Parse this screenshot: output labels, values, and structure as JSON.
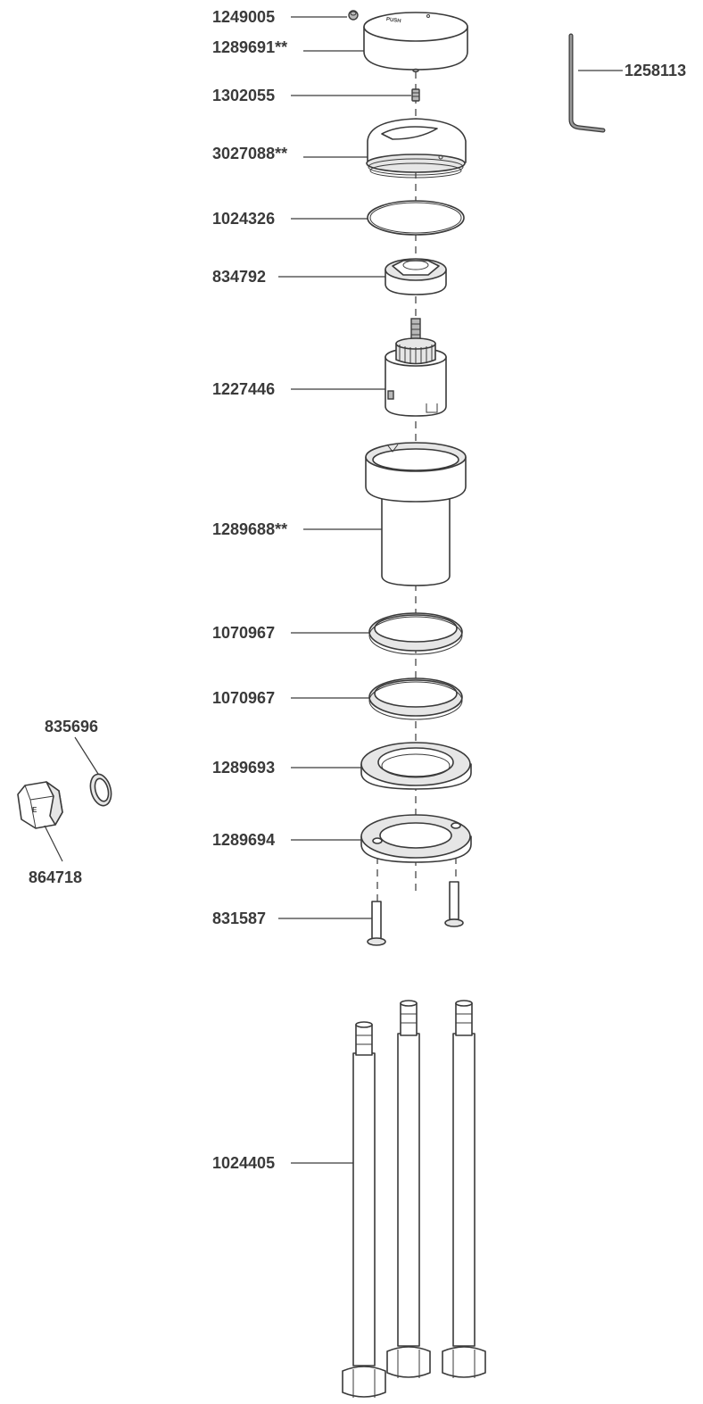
{
  "parts": [
    {
      "id": "cap-screw",
      "label": "1249005"
    },
    {
      "id": "cap",
      "label": "1289691**"
    },
    {
      "id": "set-screw",
      "label": "1302055"
    },
    {
      "id": "dome",
      "label": "3027088**"
    },
    {
      "id": "o-ring",
      "label": "1024326"
    },
    {
      "id": "bonnet-nut",
      "label": "834792"
    },
    {
      "id": "cartridge",
      "label": "1227446"
    },
    {
      "id": "body-sleeve",
      "label": "1289688**"
    },
    {
      "id": "washer-1",
      "label": "1070967"
    },
    {
      "id": "washer-2",
      "label": "1070967"
    },
    {
      "id": "base-ring",
      "label": "1289693"
    },
    {
      "id": "mount-plate",
      "label": "1289694"
    },
    {
      "id": "screws",
      "label": "831587"
    },
    {
      "id": "supply-tubes",
      "label": "1024405"
    },
    {
      "id": "hex-key",
      "label": "1258113"
    },
    {
      "id": "side-washer",
      "label": "835696"
    },
    {
      "id": "hex-nut",
      "label": "864718"
    }
  ],
  "cap_text": "PUSH"
}
